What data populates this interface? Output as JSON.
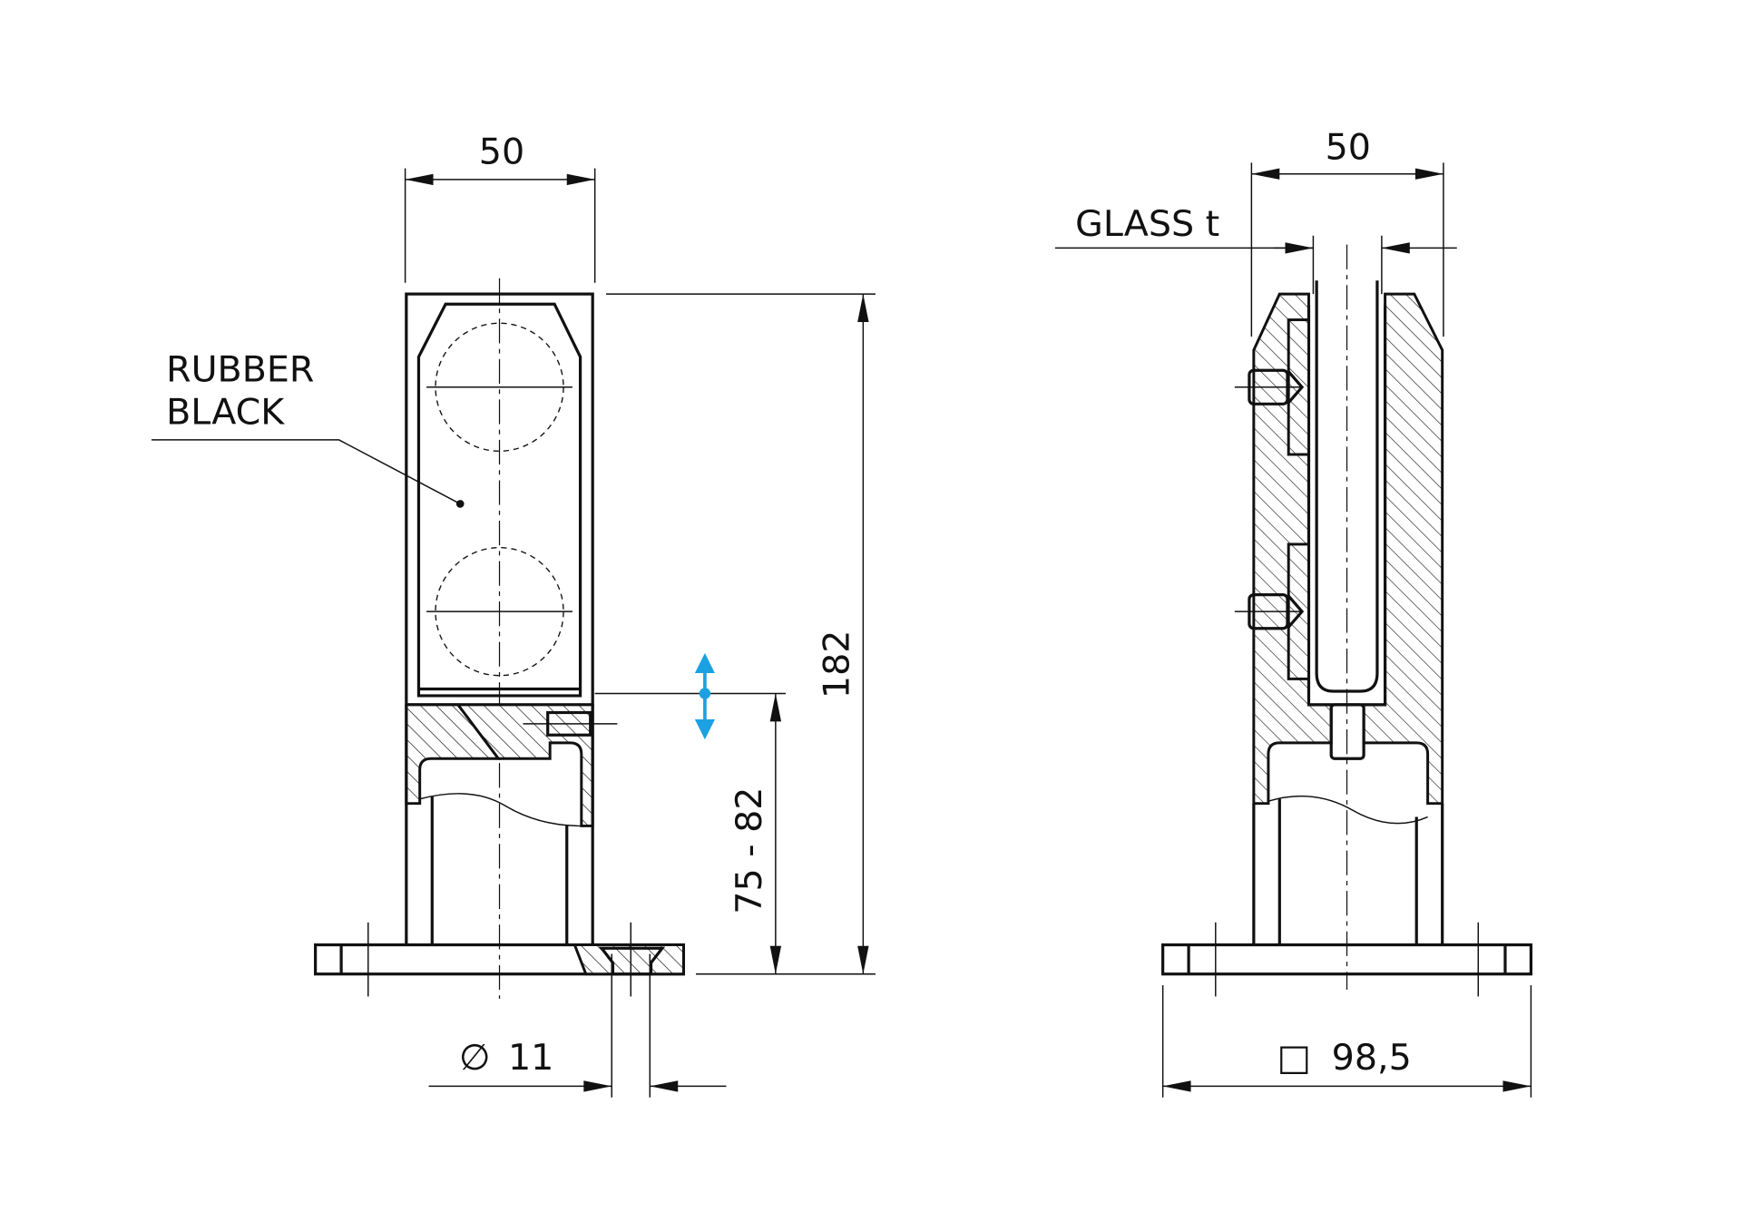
{
  "drawing": {
    "left_view": {
      "width_dim": "50",
      "height_dim": "182",
      "adjust_dim": "75 - 82",
      "hole_dim": "11",
      "hole_symbol": "∅",
      "label_line1": "RUBBER",
      "label_line2": "BLACK"
    },
    "right_view": {
      "width_dim": "50",
      "glass_label": "GLASS t",
      "base_dim": "98,5",
      "base_symbol": "□"
    },
    "accent_color": "#1ba1e2"
  }
}
